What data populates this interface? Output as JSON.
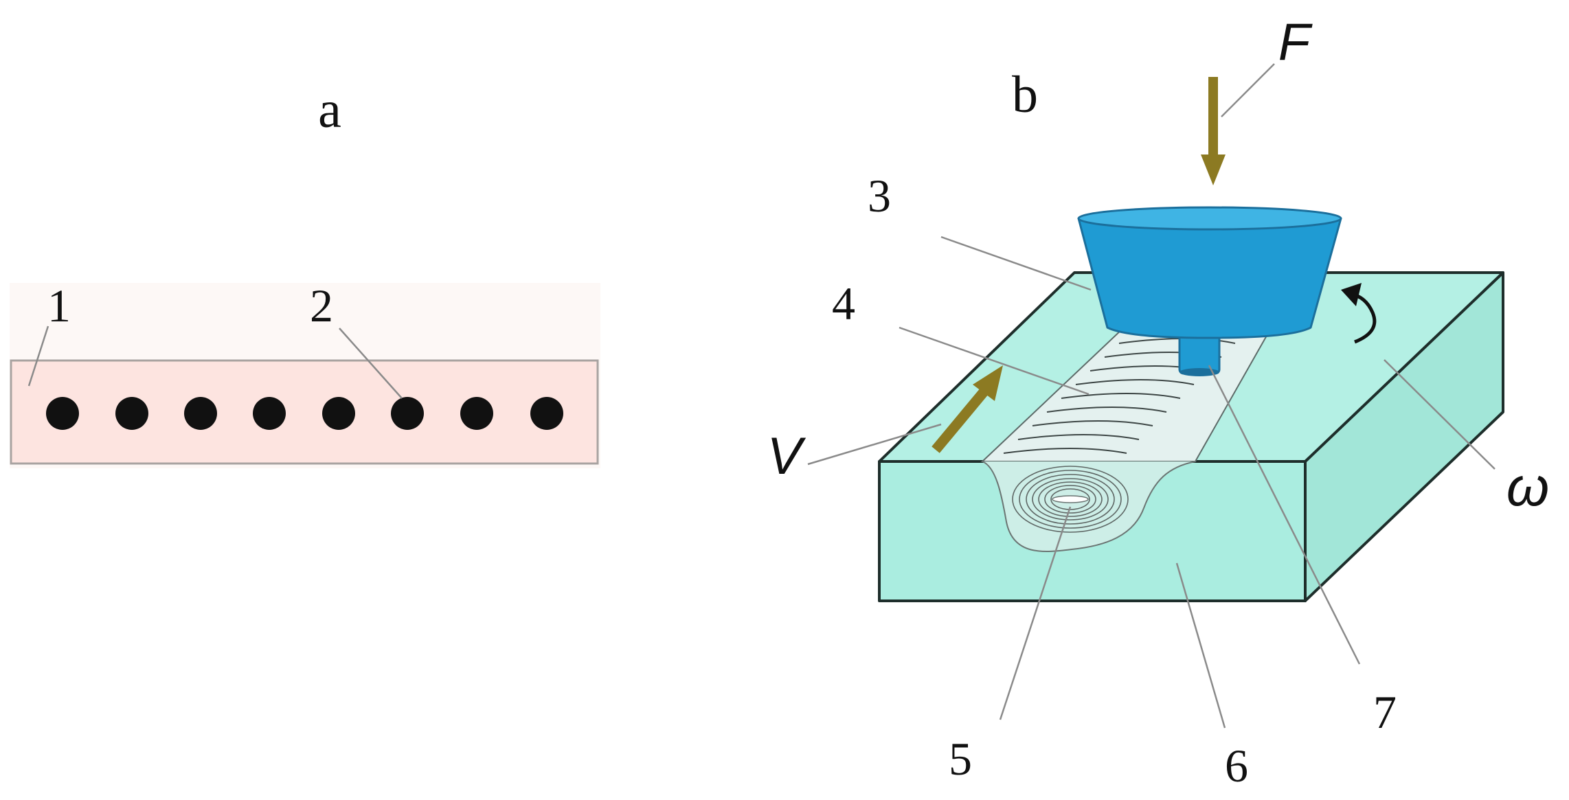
{
  "panel_a": {
    "label": "a",
    "callouts": [
      "1",
      "2"
    ],
    "hole_count": 8,
    "colors": {
      "plate": "#fde4e0",
      "plate_edge": "#a9a3a1",
      "hole": "#111111"
    }
  },
  "panel_b": {
    "label": "b",
    "force": "F",
    "velocity": "V",
    "rotation": "ω",
    "callouts": [
      "3",
      "4",
      "5",
      "6",
      "7"
    ],
    "colors": {
      "workpiece_front": "#aaede0",
      "workpiece_top": "#b4f0e4",
      "workpiece_side": "#a2e6d8",
      "edge": "#1e2e2b",
      "tool": "#1f9bd3",
      "tool_dark": "#1b6f9c",
      "arrow": "#8c7a22"
    }
  }
}
